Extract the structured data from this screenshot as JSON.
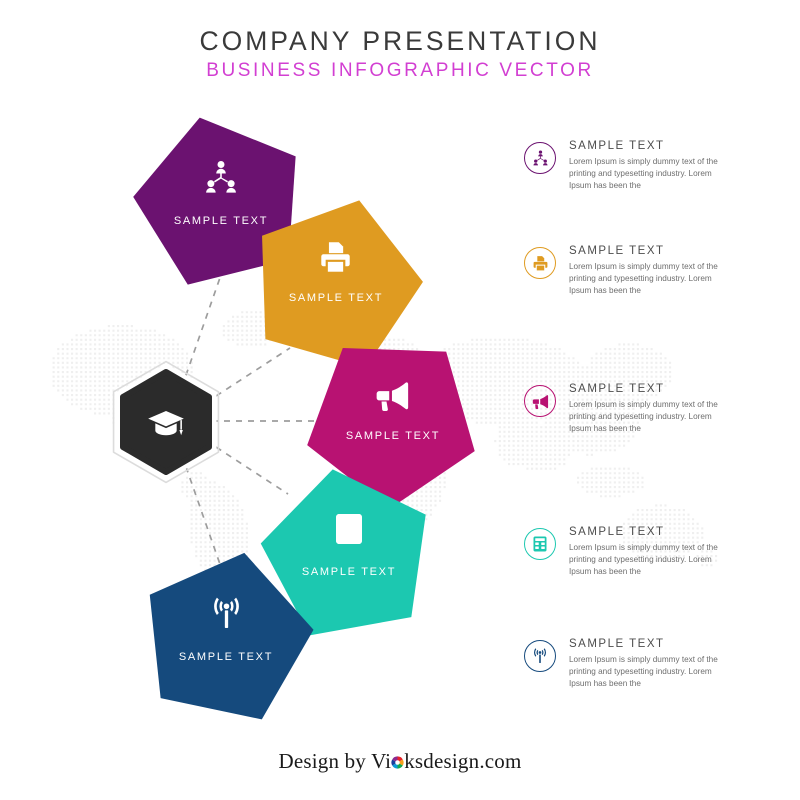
{
  "header": {
    "title": "COMPANY PRESENTATION",
    "subtitle": "BUSINESS INFOGRAPHIC VECTOR",
    "title_color": "#3a3a3a",
    "subtitle_color": "#d23fd2"
  },
  "hub": {
    "icon": "graduation-cap-icon",
    "color": "#2b2b2b"
  },
  "background": {
    "map": "dotted-world-map",
    "dot_color": "#e2e2e2"
  },
  "segments": [
    {
      "id": "team",
      "label": "SAMPLE TEXT",
      "icon": "team-network-icon",
      "color": "#6B1270"
    },
    {
      "id": "printer",
      "label": "SAMPLE TEXT",
      "icon": "printer-icon",
      "color": "#DF9B21"
    },
    {
      "id": "megaphone",
      "label": "SAMPLE TEXT",
      "icon": "megaphone-icon",
      "color": "#B81272"
    },
    {
      "id": "calculator",
      "label": "SAMPLE TEXT",
      "icon": "calculator-icon",
      "color": "#1CC8B0"
    },
    {
      "id": "broadcast",
      "label": "SAMPLE TEXT",
      "icon": "broadcast-signal-icon",
      "color": "#154A7D"
    }
  ],
  "legend": [
    {
      "title": "SAMPLE TEXT",
      "body": "Lorem Ipsum is simply dummy text of the printing and typesetting industry. Lorem Ipsum has been the",
      "icon": "team-network-icon",
      "color": "#6B1270"
    },
    {
      "title": "SAMPLE TEXT",
      "body": "Lorem Ipsum is simply dummy text of the printing and typesetting industry. Lorem Ipsum has been the",
      "icon": "printer-icon",
      "color": "#DF9B21"
    },
    {
      "title": "SAMPLE TEXT",
      "body": "Lorem Ipsum is simply dummy text of the printing and typesetting industry. Lorem Ipsum has been the",
      "icon": "megaphone-icon",
      "color": "#B81272"
    },
    {
      "title": "SAMPLE TEXT",
      "body": "Lorem Ipsum is simply dummy text of the printing and typesetting industry. Lorem Ipsum has been the",
      "icon": "calculator-icon",
      "color": "#1CC8B0"
    },
    {
      "title": "SAMPLE TEXT",
      "body": "Lorem Ipsum is simply dummy text of the printing and typesetting industry. Lorem Ipsum has been the",
      "icon": "broadcast-signal-icon",
      "color": "#154A7D"
    }
  ],
  "footer": {
    "prefix": "Design by ",
    "brand_start": "Vi",
    "brand_end": "ksdesign.com",
    "logo_icon": "aperture-logo-icon"
  }
}
